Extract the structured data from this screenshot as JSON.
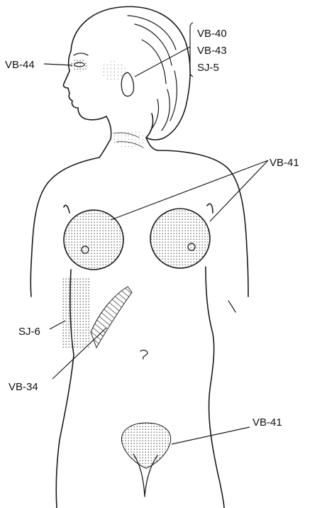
{
  "labels": {
    "vb44": "VB-44",
    "vb40": "VB-40",
    "vb43": "VB-43",
    "sj5": "SJ-5",
    "vb41_chest": "VB-41",
    "sj6": "SJ-6",
    "vb34": "VB-34",
    "vb41_pubic": "VB-41"
  },
  "colors": {
    "line": "#1a1a1a",
    "stipple": "#9a9a9a",
    "shade": "#c4c4c4"
  }
}
